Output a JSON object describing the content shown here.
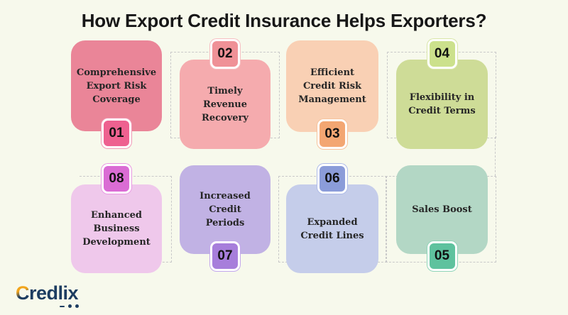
{
  "title": "How Export Credit Insurance Helps Exporters?",
  "logo": {
    "text_c": "C",
    "text_rest": "redlix"
  },
  "colors": {
    "background": "#f7f9ec",
    "title_text": "#171717",
    "dashed_line": "#c9c9c9",
    "card_text": "#262626",
    "badge_number_text": "#111111",
    "logo_navy": "#1d3d61",
    "logo_orange": "#f2a51c"
  },
  "items": [
    {
      "number": "01",
      "label": "Comprehensive Export Risk Coverage",
      "colors": {
        "box": "#ea8598",
        "badge": "#ee6190",
        "ring": "#f09ab5"
      }
    },
    {
      "number": "02",
      "label": "Timely Revenue Recovery",
      "colors": {
        "box": "#f5abae",
        "badge": "#ef9197",
        "ring": "#f6bfc2"
      }
    },
    {
      "number": "03",
      "label": "Efficient Credit Risk Management",
      "colors": {
        "box": "#f9d0b4",
        "badge": "#f3a672",
        "ring": "#f6c39c"
      }
    },
    {
      "number": "04",
      "label": "Flexibility in Credit Terms",
      "colors": {
        "box": "#cedc97",
        "badge": "#cce18c",
        "ring": "#d9e6a8"
      }
    },
    {
      "number": "05",
      "label": "Sales Boost",
      "colors": {
        "box": "#b3d7c5",
        "badge": "#5ec29e",
        "ring": "#8fd4b8"
      }
    },
    {
      "number": "06",
      "label": "Expanded Credit Lines",
      "colors": {
        "box": "#c5cdea",
        "badge": "#8b9cd9",
        "ring": "#aebbe8"
      }
    },
    {
      "number": "07",
      "label": "Increased Credit Periods",
      "colors": {
        "box": "#c1b2e4",
        "badge": "#a77edb",
        "ring": "#c3a8ec"
      }
    },
    {
      "number": "08",
      "label": "Enhanced Business Development",
      "colors": {
        "box": "#efc8eb",
        "badge": "#da6cd4",
        "ring": "#e99ae2"
      }
    }
  ]
}
